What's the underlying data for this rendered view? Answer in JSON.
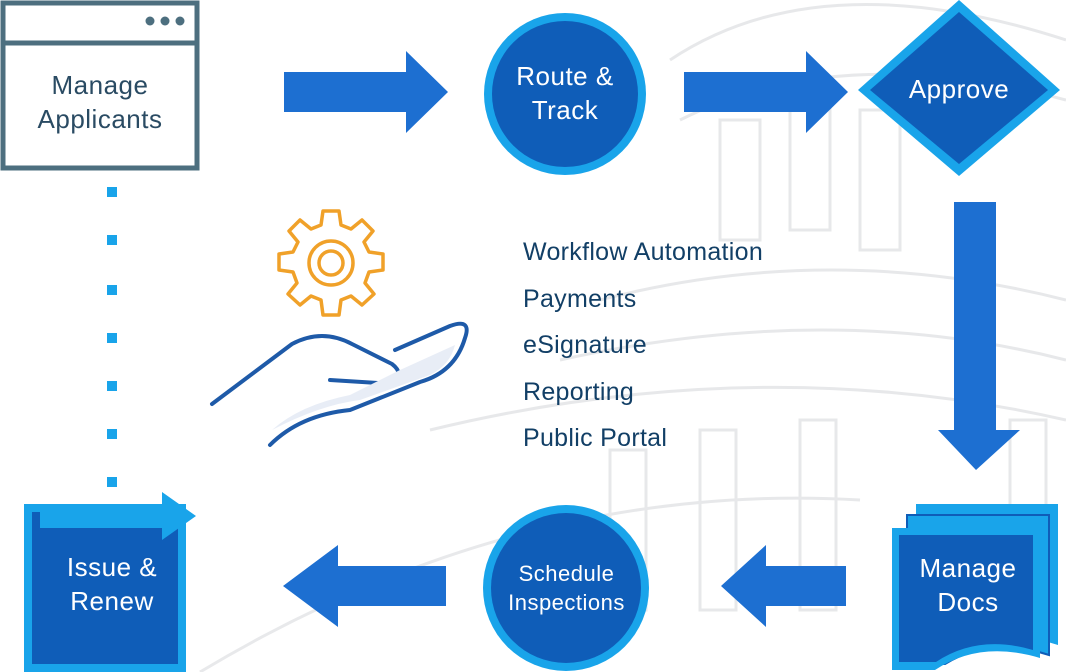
{
  "diagram": {
    "nodes": {
      "manage_applicants": "Manage\nApplicants",
      "route_track": "Route &\nTrack",
      "approve": "Approve",
      "manage_docs": "Manage\nDocs",
      "schedule_inspections": "Schedule\nInspections",
      "issue_renew": "Issue &\nRenew"
    },
    "features": [
      "Workflow Automation",
      "Payments",
      "eSignature",
      "Reporting",
      "Public Portal"
    ],
    "icons": {
      "window_dots": "three-dots-icon",
      "feature_illustration": "hand-holding-gear-icon"
    },
    "colors": {
      "primary_blue": "#1d6fd1",
      "dark_blue": "#0f5db8",
      "light_blue": "#19a4ea",
      "window_border": "#4d6f7f",
      "text_navy": "#123f66",
      "gear_orange": "#f0a129"
    }
  }
}
